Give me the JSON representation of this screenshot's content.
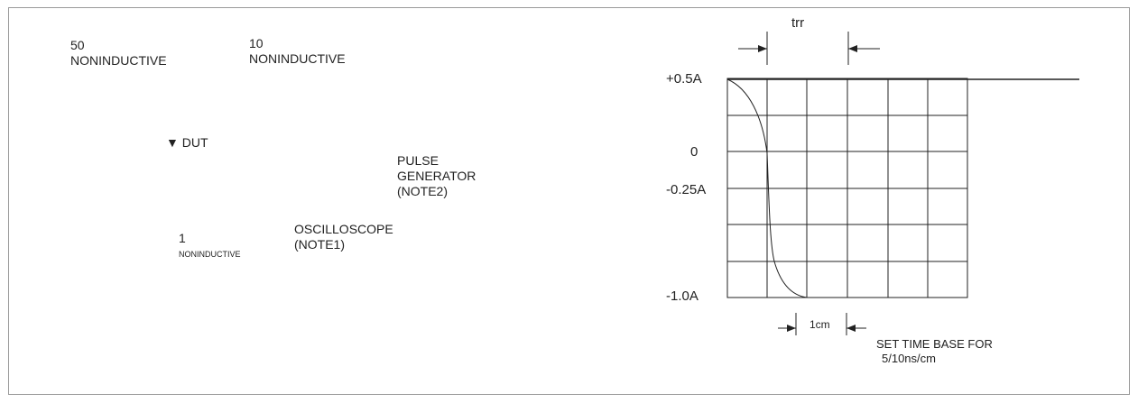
{
  "circuit": {
    "r50_value": "50",
    "r50_note": "NONINDUCTIVE",
    "r10_value": "10",
    "r10_note": "NONINDUCTIVE",
    "dut_label": "DUT",
    "pulse_line1": "PULSE",
    "pulse_line2": "GENERATOR",
    "pulse_line3": "(NOTE2)",
    "r1_value": "1",
    "r1_note": "NONINDUCTIVE",
    "scope_line1": "OSCILLOSCOPE",
    "scope_line2": "(NOTE1)"
  },
  "waveform": {
    "trr_label": "trr",
    "y_labels": [
      "+0.5A",
      "0",
      "-0.25A",
      "-1.0A"
    ],
    "scale_label": "1cm",
    "timebase_line1": "SET TIME BASE FOR",
    "timebase_line2": "5/10ns/cm"
  }
}
